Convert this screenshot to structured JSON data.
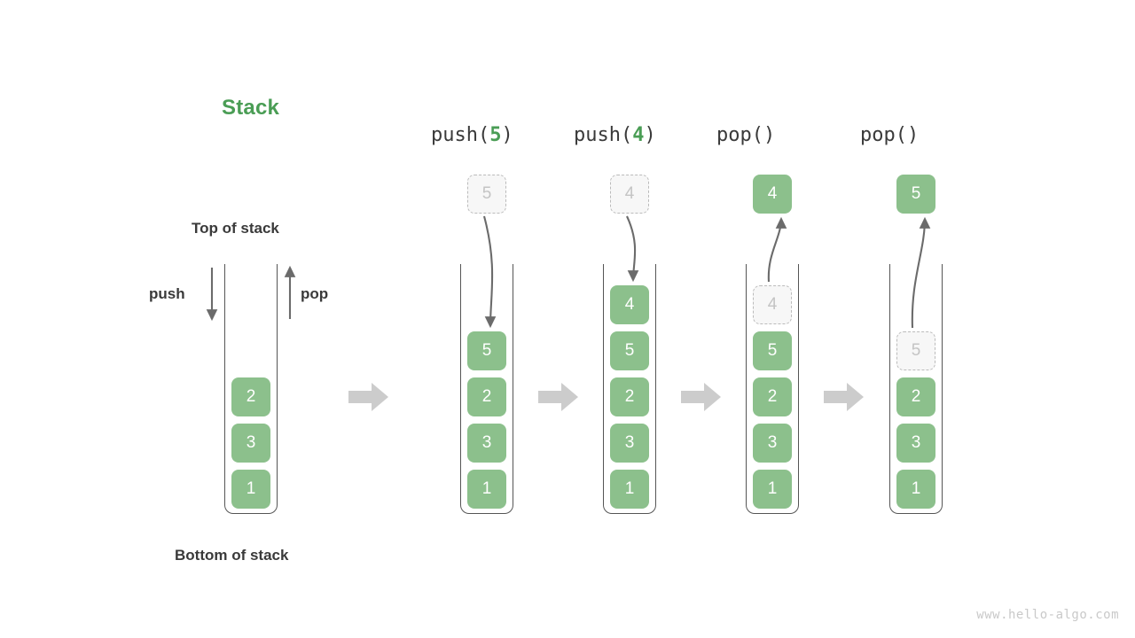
{
  "title": "Stack",
  "labels": {
    "top_of_stack": "Top of stack",
    "bottom_of_stack": "Bottom of stack",
    "push": "push",
    "pop": "pop"
  },
  "watermark": "www.hello-algo.com",
  "colors": {
    "accent_green": "#4a9d55",
    "cell_green": "#8cc08c",
    "ghost_fill": "#f7f7f7",
    "ghost_border": "#bbbbbb",
    "ghost_text": "#c4c4c4",
    "frame_line": "#555555",
    "arrow_gray": "#6b6b6b",
    "step_arrow_gray": "#cccccc",
    "text_dark": "#3a3a3a",
    "watermark_gray": "#c9c9c9"
  },
  "columns": [
    {
      "id": "initial",
      "op_prefix": "",
      "op_arg": "",
      "op_suffix": "",
      "has_op_label": false,
      "cells": [
        "2",
        "3",
        "1"
      ],
      "ghost_in_stack": null,
      "float_cell": null,
      "float_cell_kind": null,
      "arrow": null
    },
    {
      "id": "push5",
      "op_prefix": "push(",
      "op_arg": "5",
      "op_suffix": ")",
      "has_op_label": true,
      "cells": [
        "5",
        "2",
        "3",
        "1"
      ],
      "ghost_in_stack": null,
      "float_cell": "5",
      "float_cell_kind": "ghost",
      "arrow": "down"
    },
    {
      "id": "push4",
      "op_prefix": "push(",
      "op_arg": "4",
      "op_suffix": ")",
      "has_op_label": true,
      "cells": [
        "4",
        "5",
        "2",
        "3",
        "1"
      ],
      "ghost_in_stack": null,
      "float_cell": "4",
      "float_cell_kind": "ghost",
      "arrow": "down"
    },
    {
      "id": "pop1",
      "op_prefix": "pop(",
      "op_arg": "",
      "op_suffix": ")",
      "has_op_label": true,
      "cells": [
        "4",
        "5",
        "2",
        "3",
        "1"
      ],
      "ghost_in_stack": "4",
      "float_cell": "4",
      "float_cell_kind": "filled",
      "arrow": "up"
    },
    {
      "id": "pop2",
      "op_prefix": "pop(",
      "op_arg": "",
      "op_suffix": ")",
      "has_op_label": true,
      "cells": [
        "5",
        "2",
        "3",
        "1"
      ],
      "ghost_in_stack": "5",
      "float_cell": "5",
      "float_cell_kind": "filled",
      "arrow": "up"
    }
  ],
  "step_arrows_count": 4
}
